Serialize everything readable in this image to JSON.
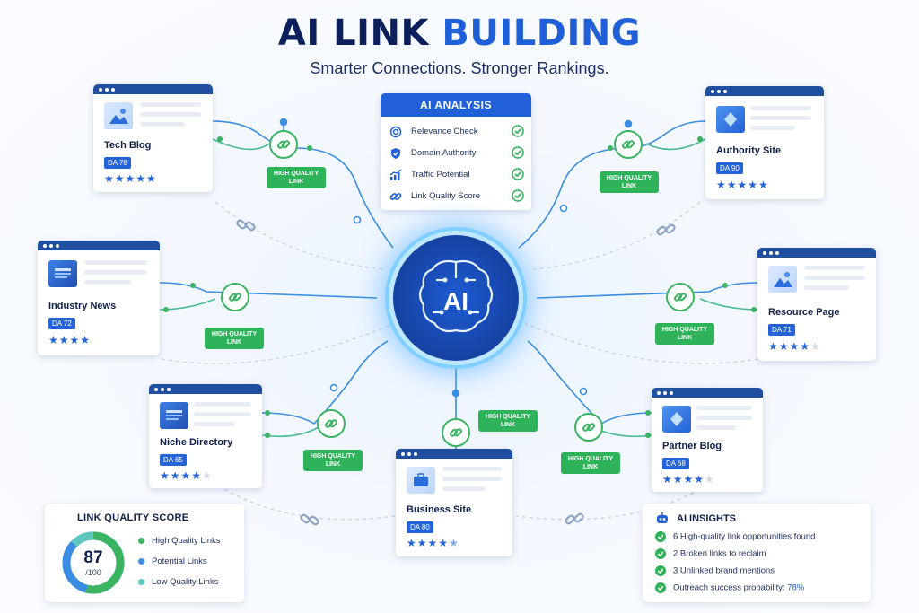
{
  "header": {
    "title_part1": "AI LINK",
    "title_part2": "BUILDING",
    "subtitle": "Smarter Connections. Stronger Rankings."
  },
  "colors": {
    "navy": "#0b1f5c",
    "accent_blue": "#1f5fd8",
    "link_green": "#2fb35a",
    "line_blue": "#3a8de0",
    "line_teal": "#4ab89a"
  },
  "link_label": "HIGH QUALITY LINK",
  "hub": {
    "label": "AI",
    "icon": "brain-circuit-icon"
  },
  "ai_analysis": {
    "title": "AI ANALYSIS",
    "items": [
      {
        "label": "Relevance Check",
        "icon": "target-icon",
        "status": "check-icon"
      },
      {
        "label": "Domain Authority",
        "icon": "shield-icon",
        "status": "check-icon"
      },
      {
        "label": "Traffic Potential",
        "icon": "trend-chart-icon",
        "status": "check-icon"
      },
      {
        "label": "Link Quality Score",
        "icon": "link-icon",
        "status": "check-icon"
      }
    ]
  },
  "sites": [
    {
      "name": "Tech Blog",
      "da": "DA 78",
      "rating": 5,
      "stars_total": 5,
      "icon": "image-icon"
    },
    {
      "name": "Authority Site",
      "da": "DA 90",
      "rating": 5,
      "stars_total": 5,
      "icon": "diamond-icon"
    },
    {
      "name": "Industry News",
      "da": "DA 72",
      "rating": 4,
      "stars_total": 4,
      "icon": "news-icon"
    },
    {
      "name": "Resource Page",
      "da": "DA 71",
      "rating": 4,
      "stars_total": 5,
      "icon": "image-icon"
    },
    {
      "name": "Niche Directory",
      "da": "DA 65",
      "rating": 4,
      "stars_total": 5,
      "icon": "news-icon"
    },
    {
      "name": "Business Site",
      "da": "DA 80",
      "rating": 4.5,
      "stars_total": 5,
      "icon": "briefcase-icon"
    },
    {
      "name": "Partner Blog",
      "da": "DA 68",
      "rating": 4,
      "stars_total": 5,
      "icon": "diamond-icon"
    }
  ],
  "link_quality_score": {
    "title": "LINK QUALITY SCORE",
    "score": "87",
    "max": "/100",
    "score_fraction": 0.87,
    "legend": [
      {
        "label": "High Quality Links",
        "color": "#3cb563"
      },
      {
        "label": "Potential Links",
        "color": "#3a8de0"
      },
      {
        "label": "Low Quality Links",
        "color": "#5ec7c0"
      }
    ]
  },
  "ai_insights": {
    "title": "AI INSIGHTS",
    "icon": "robot-icon",
    "items": [
      "6 High-quality link opportunities found",
      "2 Broken links to reclaim",
      "3 Unlinked brand mentions"
    ],
    "probability_label": "Outreach success probability:",
    "probability_value": "78%"
  }
}
